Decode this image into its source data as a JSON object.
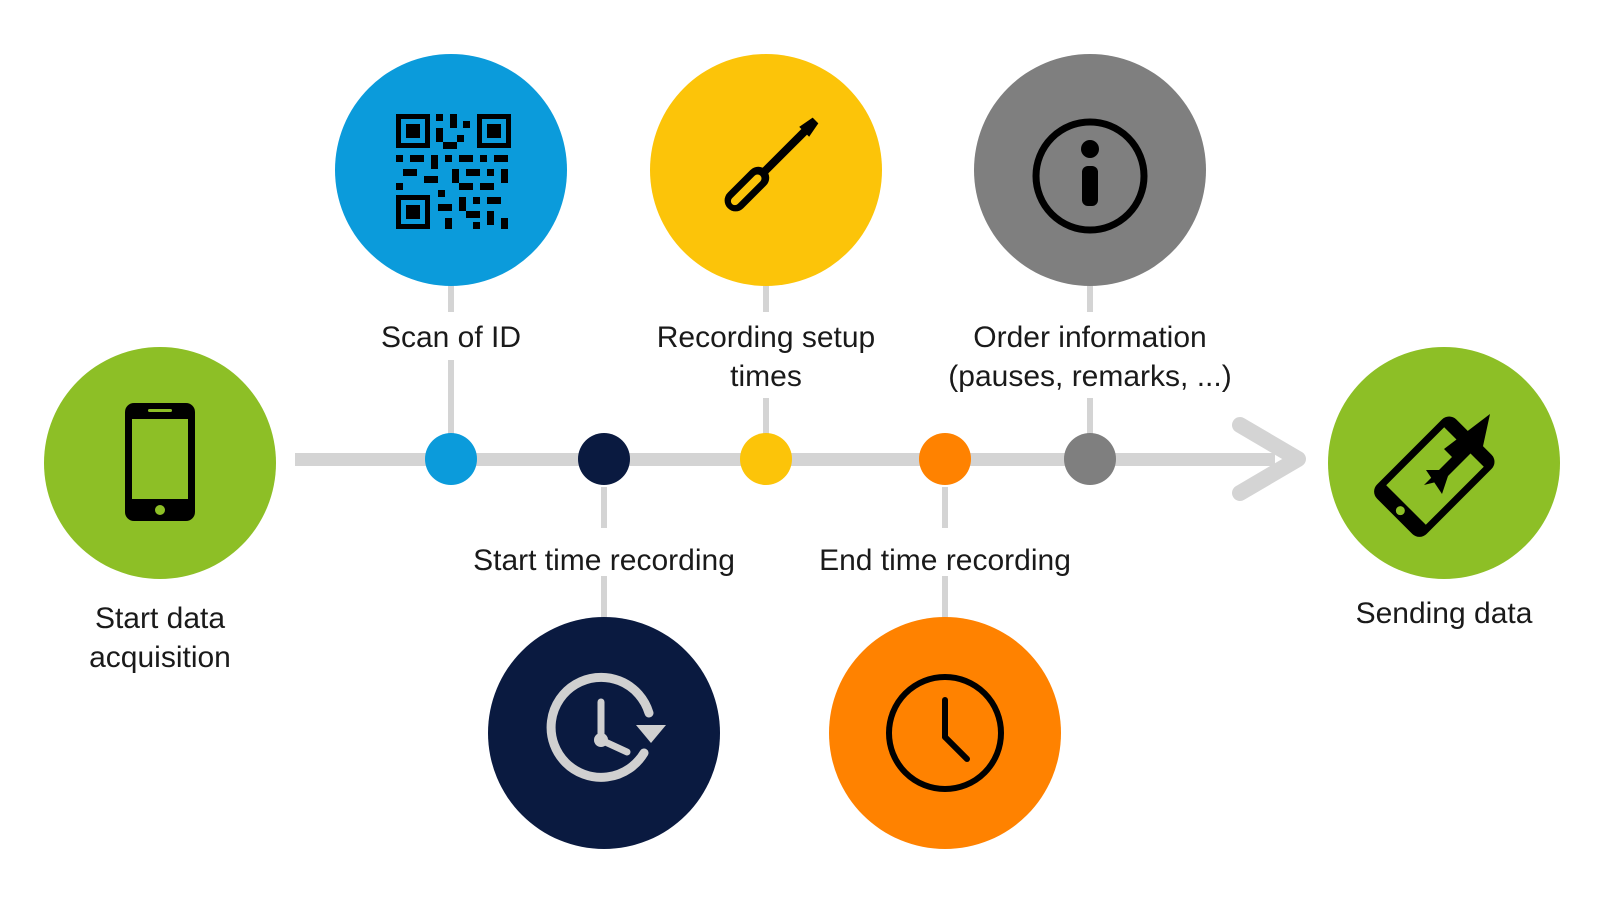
{
  "colors": {
    "green": "#8DBF26",
    "blue": "#0B9BDB",
    "navy": "#0A1A40",
    "yellow": "#FCC409",
    "orange": "#FF8200",
    "gray": "#7F7F7F",
    "line": "#D4D4D4",
    "black": "#000000"
  },
  "steps": {
    "start": {
      "line1": "Start data",
      "line2": "acquisition",
      "icon": "smartphone-icon"
    },
    "scan": {
      "line1": "Scan of ID",
      "icon": "qr-code-icon"
    },
    "start_time": {
      "line1": "Start time recording",
      "icon": "clock-refresh-icon"
    },
    "setup": {
      "line1": "Recording setup",
      "line2": "times",
      "icon": "screwdriver-icon"
    },
    "end_time": {
      "line1": "End time recording",
      "icon": "clock-icon"
    },
    "order": {
      "line1": "Order information",
      "line2": "(pauses, remarks, ...)",
      "icon": "info-icon"
    },
    "send": {
      "line1": "Sending data",
      "icon": "phone-share-icon"
    }
  }
}
